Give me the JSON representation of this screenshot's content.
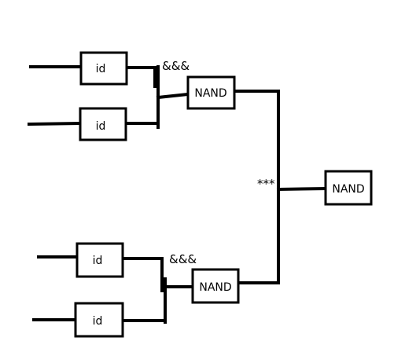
{
  "diagram": {
    "gates": {
      "id_top_1": "id",
      "id_top_2": "id",
      "id_bottom_1": "id",
      "id_bottom_2": "id",
      "nand_top": "NAND",
      "nand_bottom": "NAND",
      "nand_output": "NAND"
    },
    "operators": {
      "top_combine": "&&&",
      "bottom_combine": "&&&",
      "output_combine": "***"
    }
  }
}
